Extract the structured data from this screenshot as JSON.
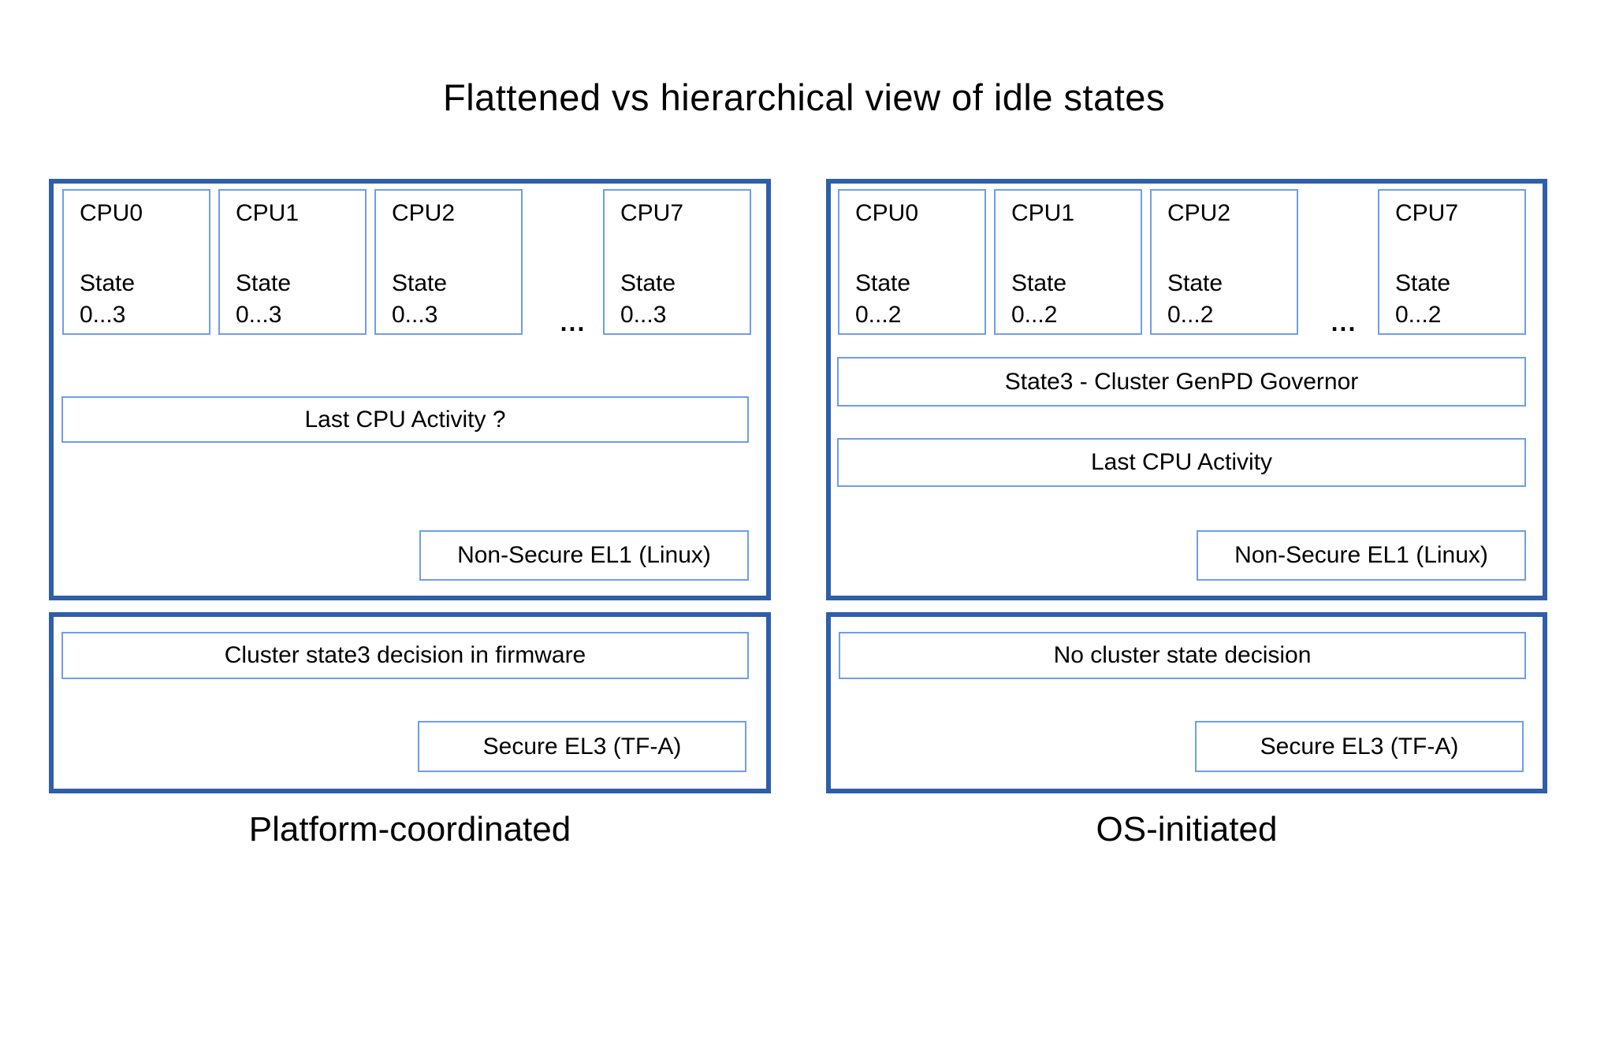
{
  "title": "Flattened vs hierarchical view of idle states",
  "colors": {
    "outer_border": "#2e5fa8",
    "inner_border": "#6d9eeb"
  },
  "left": {
    "caption": "Platform-coordinated",
    "ellipsis": "...",
    "cpus": [
      {
        "name": "CPU0",
        "state_label": "State",
        "state_range": "0...3"
      },
      {
        "name": "CPU1",
        "state_label": "State",
        "state_range": "0...3"
      },
      {
        "name": "CPU2",
        "state_label": "State",
        "state_range": "0...3"
      },
      {
        "name": "CPU7",
        "state_label": "State",
        "state_range": "0...3"
      }
    ],
    "activity_bar": "Last CPU Activity ?",
    "ns_el1": "Non-Secure EL1 (Linux)",
    "secure_bar": "Cluster state3 decision in firmware",
    "el3": "Secure EL3 (TF-A)"
  },
  "right": {
    "caption": "OS-initiated",
    "ellipsis": "...",
    "cpus": [
      {
        "name": "CPU0",
        "state_label": "State",
        "state_range": "0...2"
      },
      {
        "name": "CPU1",
        "state_label": "State",
        "state_range": "0...2"
      },
      {
        "name": "CPU2",
        "state_label": "State",
        "state_range": "0...2"
      },
      {
        "name": "CPU7",
        "state_label": "State",
        "state_range": "0...2"
      }
    ],
    "governor_bar": "State3 - Cluster GenPD Governor",
    "activity_bar": "Last CPU Activity",
    "ns_el1": "Non-Secure EL1 (Linux)",
    "secure_bar": "No cluster state decision",
    "el3": "Secure EL3 (TF-A)"
  }
}
